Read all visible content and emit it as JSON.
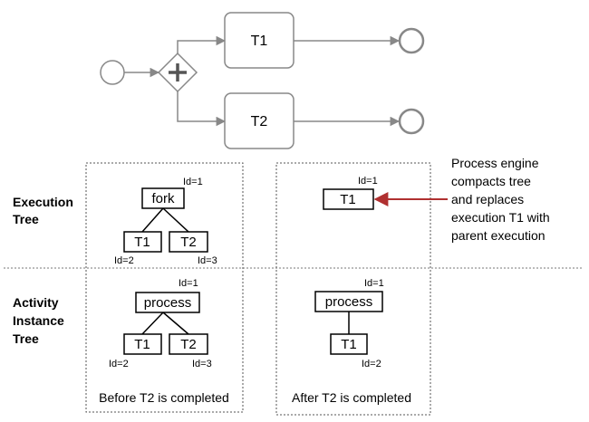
{
  "process_diagram": {
    "tasks": [
      {
        "label": "T1"
      },
      {
        "label": "T2"
      }
    ],
    "gateway_icon": "parallel-gateway-plus-icon",
    "start_event_icon": "circle-icon",
    "end_event_icon": "circle-icon"
  },
  "rows": {
    "execution": [
      "Execution",
      "Tree"
    ],
    "activity": [
      "Activity",
      "Instance",
      "Tree"
    ]
  },
  "before": {
    "execution_tree": {
      "root": {
        "label": "fork",
        "id": "Id=1"
      },
      "children": [
        {
          "label": "T1",
          "id": "Id=2"
        },
        {
          "label": "T2",
          "id": "Id=3"
        }
      ]
    },
    "activity_tree": {
      "root": {
        "label": "process",
        "id": "Id=1"
      },
      "children": [
        {
          "label": "T1",
          "id": "Id=2"
        },
        {
          "label": "T2",
          "id": "Id=3"
        }
      ]
    },
    "caption": "Before T2 is completed"
  },
  "after": {
    "execution_tree": {
      "root": {
        "label": "T1",
        "id": "Id=1"
      }
    },
    "activity_tree": {
      "root": {
        "label": "process",
        "id": "Id=1"
      },
      "children": [
        {
          "label": "T1",
          "id": "Id=2"
        }
      ]
    },
    "caption": "After T2 is completed"
  },
  "annotation": {
    "lines": [
      "Process engine",
      "compacts tree",
      "and replaces",
      "execution T1 with",
      "parent execution"
    ],
    "arrow_color": "#b03030"
  }
}
